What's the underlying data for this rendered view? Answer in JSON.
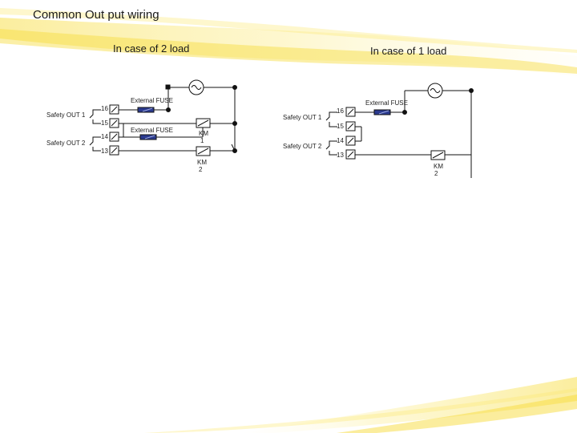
{
  "slide": {
    "title": "Common Out put wiring",
    "subtitle_left": "In case of 2 load",
    "subtitle_right": "In case of 1 load"
  },
  "colors": {
    "wire": "#111111",
    "fuse": "#2b3a8f",
    "swoosh_yellow": "#f7dc3c",
    "swoosh_light": "#fbef9c"
  },
  "diagram_left": {
    "safety_out_1": "Safety OUT 1",
    "safety_out_2": "Safety OUT 2",
    "pin_16": "16",
    "pin_15": "15",
    "pin_14": "14",
    "pin_13": "13",
    "fuse_1": "External FUSE",
    "fuse_2": "External FUSE",
    "km1_a": "KM",
    "km1_b": "1",
    "km2_a": "KM",
    "km2_b": "2",
    "source_icon": "ac-source-icon"
  },
  "diagram_right": {
    "safety_out_1": "Safety OUT 1",
    "safety_out_2": "Safety OUT 2",
    "pin_16": "16",
    "pin_15": "15",
    "pin_14": "14",
    "pin_13": "13",
    "fuse": "External FUSE",
    "km2_a": "KM",
    "km2_b": "2",
    "source_icon": "ac-source-icon"
  }
}
